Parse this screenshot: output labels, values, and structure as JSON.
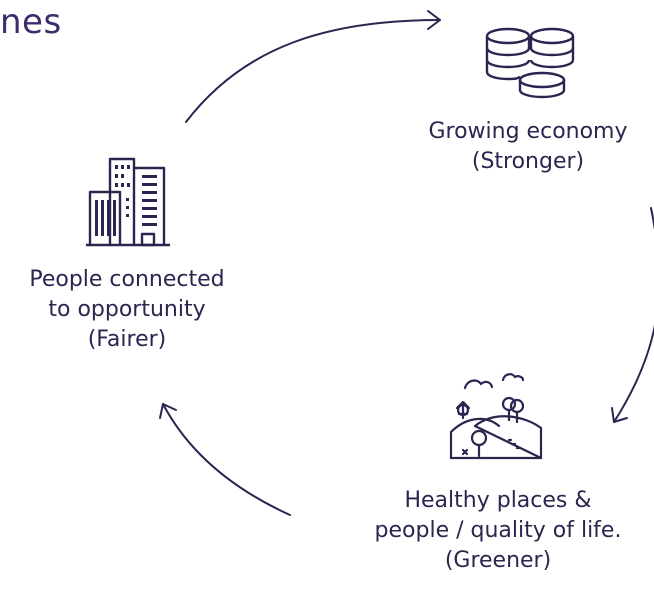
{
  "header": {
    "title_fragment": "nes"
  },
  "nodes": [
    {
      "id": "stronger",
      "icon": "coins-icon",
      "lines": [
        "Growing economy",
        "(Stronger)"
      ]
    },
    {
      "id": "greener",
      "icon": "landscape-icon",
      "lines": [
        "Healthy places &",
        "people / quality of life.",
        "(Greener)"
      ]
    },
    {
      "id": "fairer",
      "icon": "buildings-icon",
      "lines": [
        "People connected",
        "to opportunity",
        "(Fairer)"
      ]
    }
  ],
  "colors": {
    "stroke": "#2e2450",
    "title": "#3d2c6e"
  }
}
